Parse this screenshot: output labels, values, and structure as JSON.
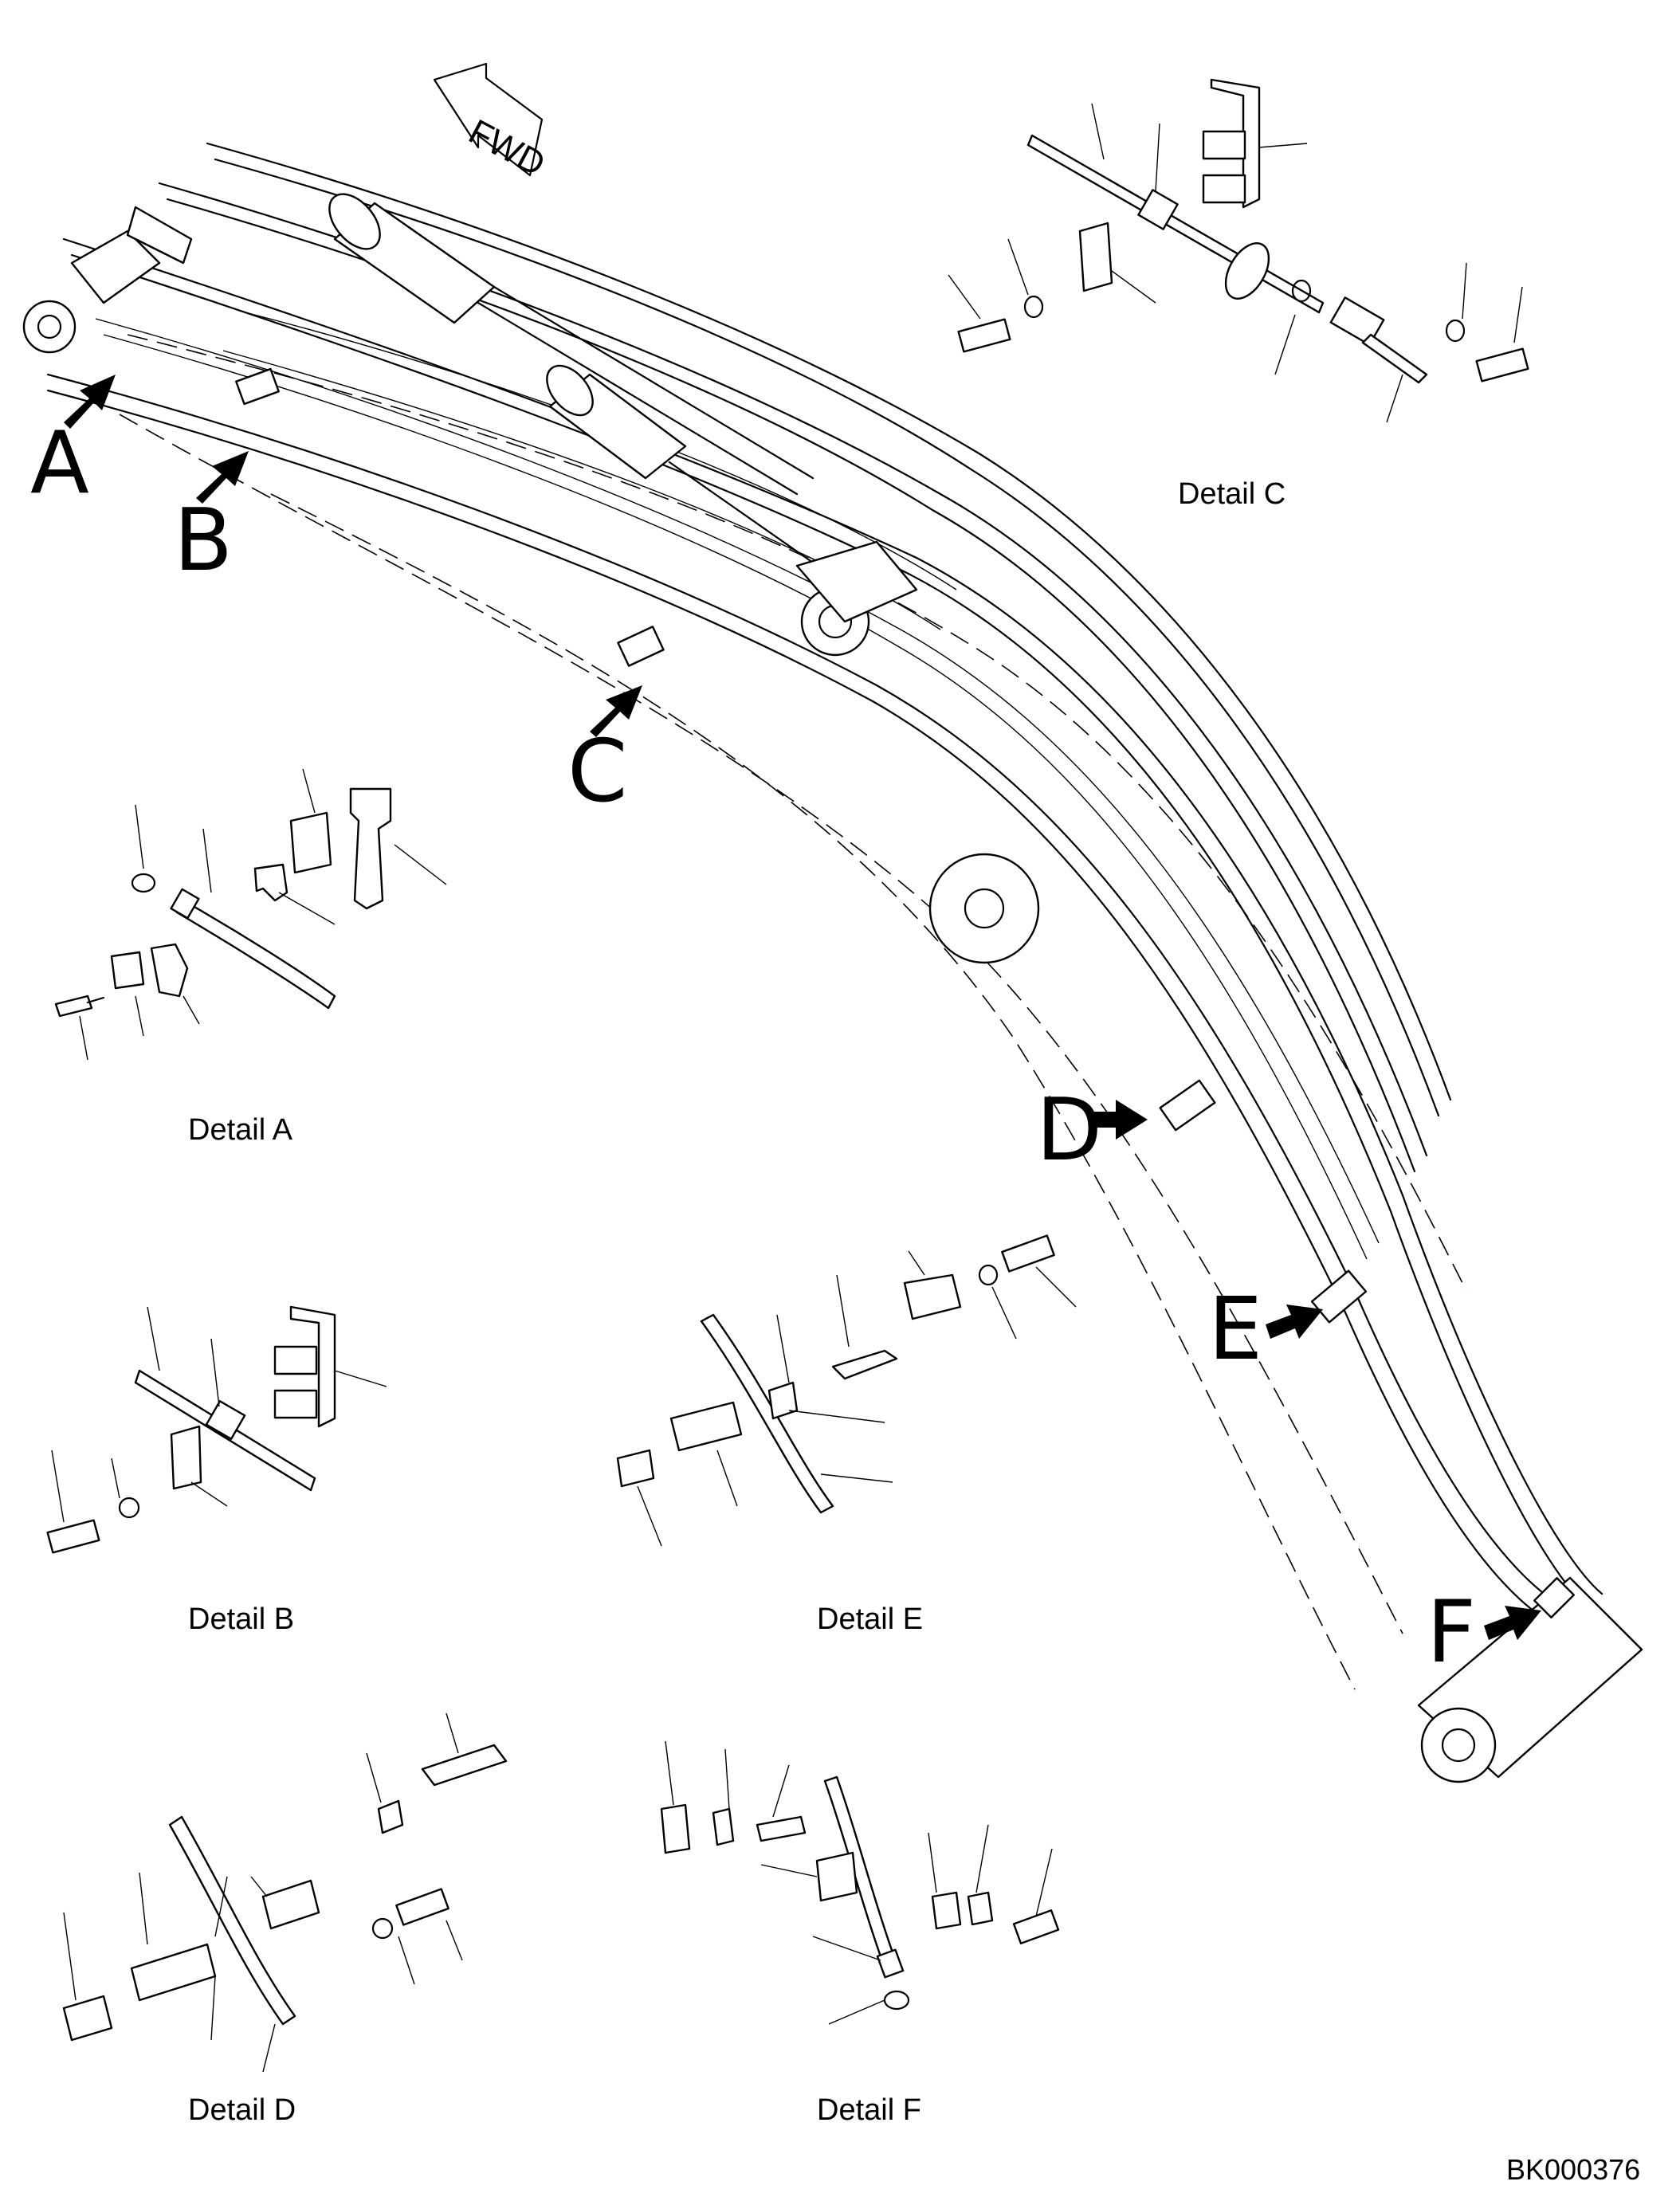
{
  "drawing": {
    "fwd_label": "FWD",
    "drawing_number": "BK000376"
  },
  "callouts": [
    "A",
    "B",
    "C",
    "D",
    "E",
    "F"
  ],
  "details": {
    "a": "Detail A",
    "b": "Detail B",
    "c": "Detail C",
    "d": "Detail D",
    "e": "Detail E",
    "f": "Detail F"
  }
}
